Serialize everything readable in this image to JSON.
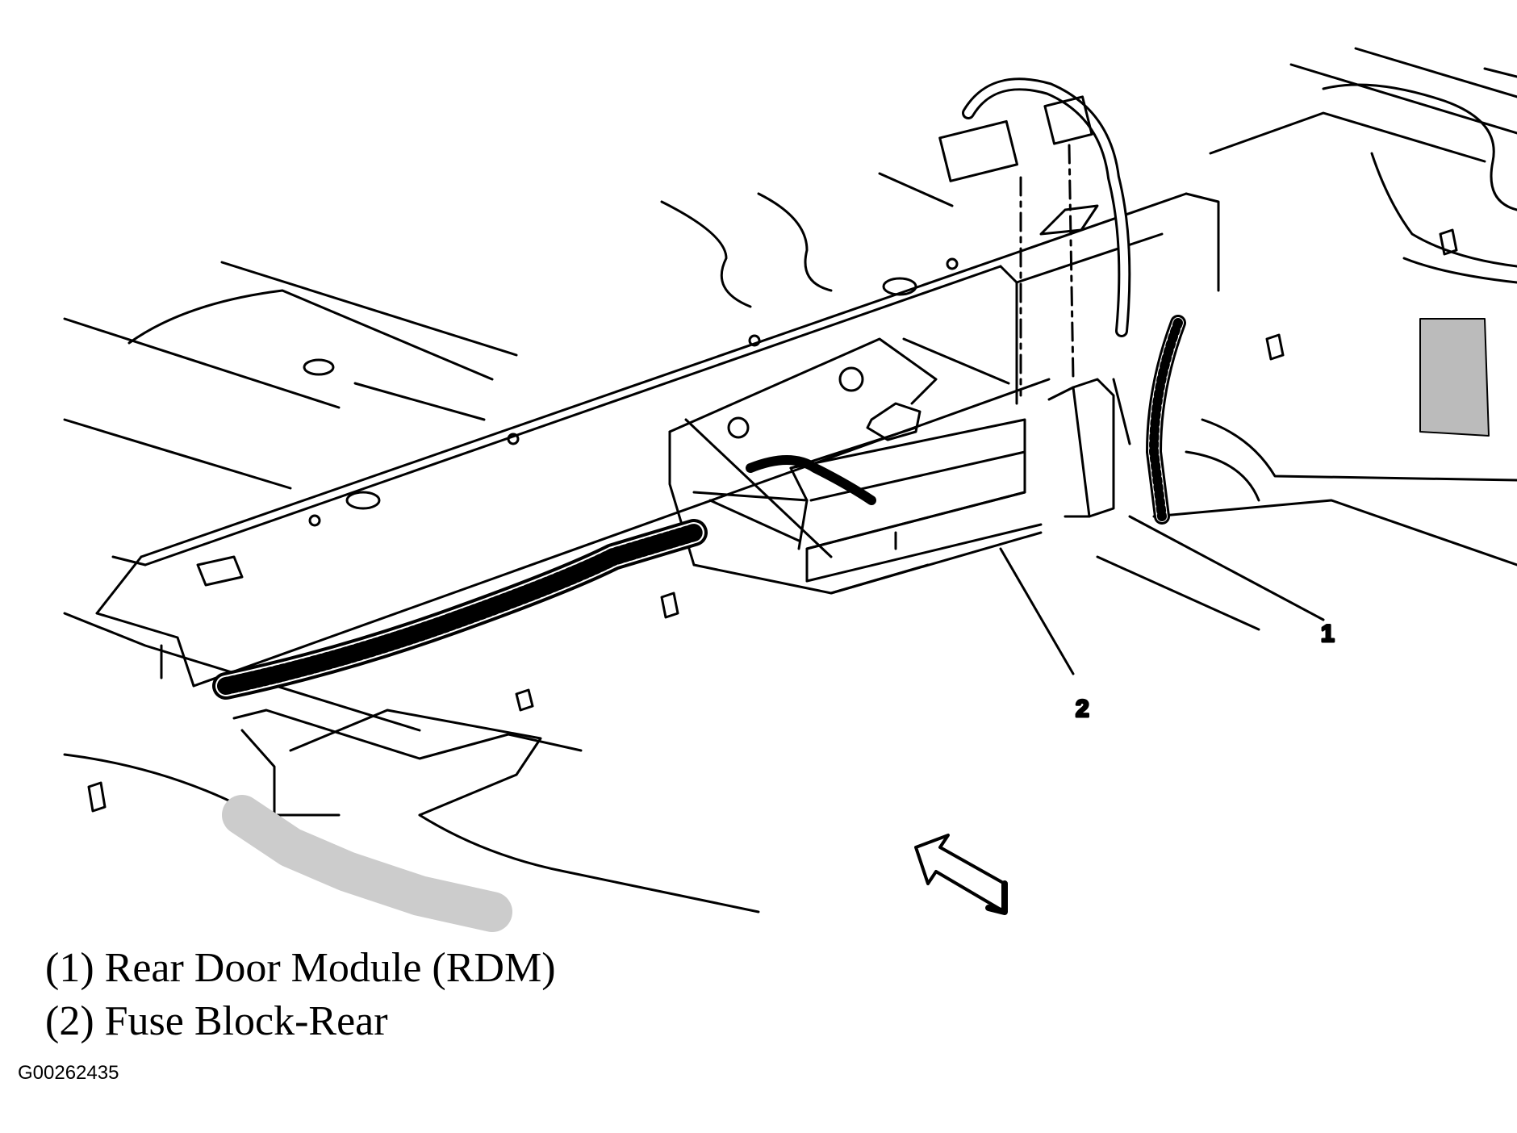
{
  "callouts": [
    {
      "number": "1"
    },
    {
      "number": "2"
    }
  ],
  "legend": [
    {
      "text": "(1) Rear Door Module (RDM)"
    },
    {
      "text": "(2) Fuse Block-Rear"
    }
  ],
  "figure_id": "G00262435",
  "colors": {
    "line": "#000000",
    "background": "#ffffff"
  },
  "icons": {
    "direction_arrow": "front-direction-arrow-icon"
  }
}
